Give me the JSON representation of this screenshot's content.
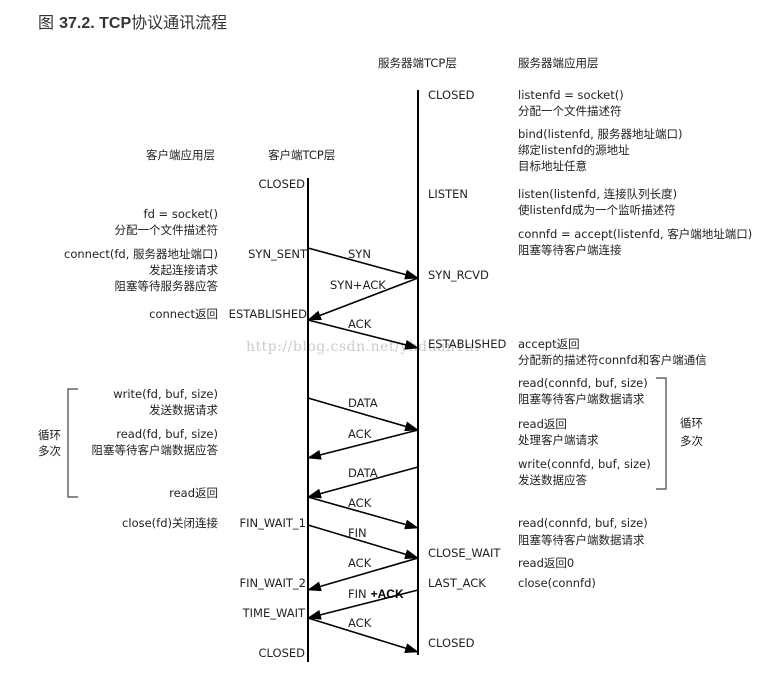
{
  "caption": {
    "prefix": "图 ",
    "number": "37.2. TCP",
    "title": "协议通讯流程"
  },
  "headers": {
    "server_tcp": "服务器端TCP层",
    "server_app": "服务器端应用层",
    "client_app": "客户端应用层",
    "client_tcp": "客户端TCP层"
  },
  "server_states": {
    "closed_top": "CLOSED",
    "listen": "LISTEN",
    "syn_rcvd": "SYN_RCVD",
    "established": "ESTABLISHED",
    "close_wait": "CLOSE_WAIT",
    "last_ack": "LAST_ACK",
    "closed_bottom": "CLOSED"
  },
  "client_states": {
    "closed_top": "CLOSED",
    "syn_sent": "SYN_SENT",
    "established": "ESTABLISHED",
    "fin_wait_1": "FIN_WAIT_1",
    "fin_wait_2": "FIN_WAIT_2",
    "time_wait": "TIME_WAIT",
    "closed_bottom": "CLOSED"
  },
  "messages": {
    "syn": "SYN",
    "syn_ack": "SYN+ACK",
    "ack1": "ACK",
    "data1": "DATA",
    "ack2": "ACK",
    "data2": "DATA",
    "ack3": "ACK",
    "fin1": "FIN",
    "ack4": "ACK",
    "fin2": "FIN",
    "fin2_added": "+ACK",
    "ack5": "ACK"
  },
  "server_notes": {
    "socket_call": "listenfd = socket()",
    "socket_desc": "分配一个文件描述符",
    "bind_call": "bind(listenfd, 服务器地址端口)",
    "bind_desc1": "绑定listenfd的源地址",
    "bind_desc2": "目标地址任意",
    "listen_call": "listen(listenfd, 连接队列长度)",
    "listen_desc": "使listenfd成为一个监听描述符",
    "accept_call": "connfd = accept(listenfd, 客户端地址端口)",
    "accept_desc": "阻塞等待客户端连接",
    "accept_return": "accept返回",
    "accept_return_desc": "分配新的描述符connfd和客户端通信",
    "read1_call": "read(connfd, buf, size)",
    "read1_desc": "阻塞等待客户端数据请求",
    "read_return": "read返回",
    "read_return_desc": "处理客户端请求",
    "write_call": "write(connfd, buf, size)",
    "write_desc": "发送数据应答",
    "read2_call": "read(connfd, buf, size)",
    "read2_desc": "阻塞等待客户端数据请求",
    "read2_return": "read返回0",
    "close_call": "close(connfd)",
    "loop_label1": "循环",
    "loop_label2": "多次"
  },
  "client_notes": {
    "socket_call": "fd = socket()",
    "socket_desc": "分配一个文件描述符",
    "connect_call": "connect(fd, 服务器地址端口)",
    "connect_desc1": "发起连接请求",
    "connect_desc2": "阻塞等待服务器应答",
    "connect_return": "connect返回",
    "write_call": "write(fd, buf, size)",
    "write_desc": "发送数据请求",
    "read_call": "read(fd, buf, size)",
    "read_desc": "阻塞等待客户端数据应答",
    "read_return": "read返回",
    "close_call": "close(fd)关闭连接",
    "loop_label1": "循环",
    "loop_label2": "多次"
  },
  "watermark": "http://blog.csdn.net/yhduan1ni"
}
